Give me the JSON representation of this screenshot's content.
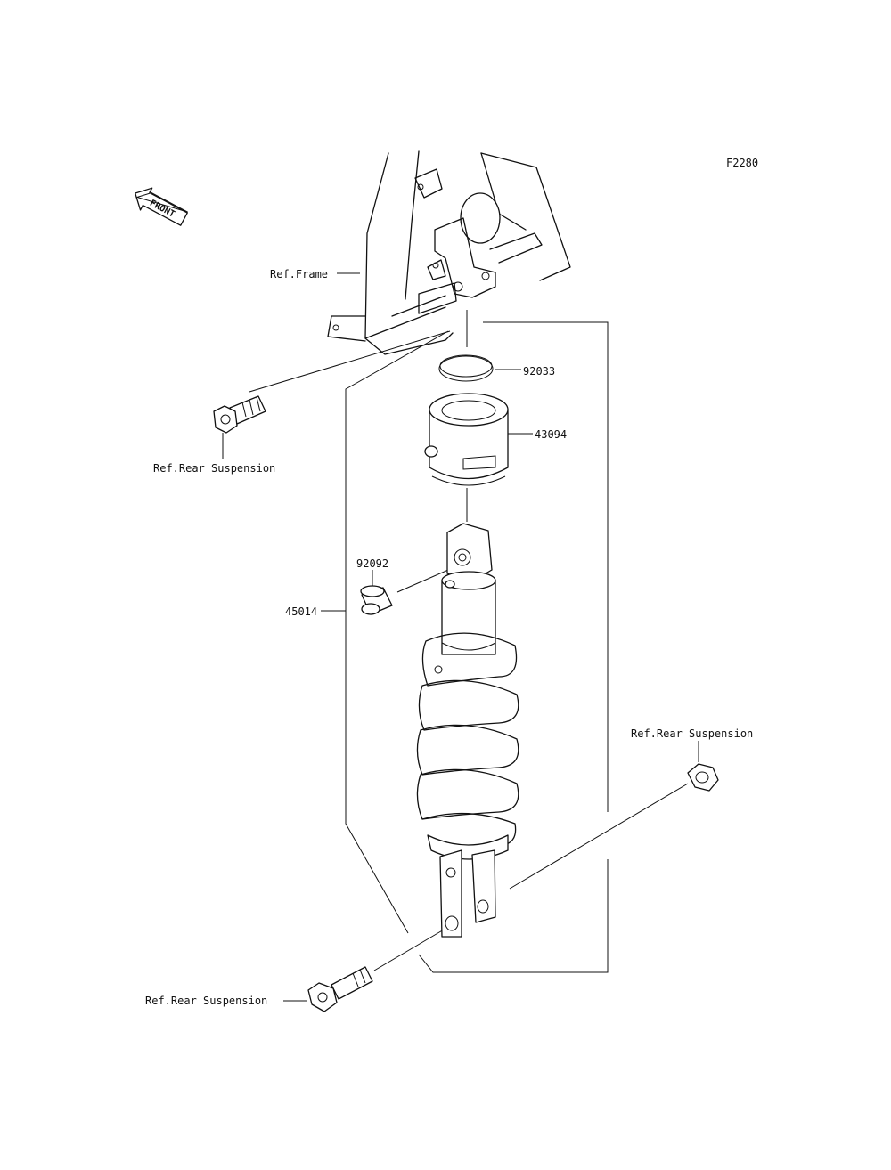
{
  "figure_code": "F2280",
  "front_arrow_label": "FRONT",
  "labels": {
    "ref_frame": "Ref.Frame",
    "ref_rear_suspension_upper_bolt": "Ref.Rear Suspension",
    "ref_rear_suspension_nut": "Ref.Rear Suspension",
    "ref_rear_suspension_lower_bolt": "Ref.Rear Suspension",
    "part_92033": "92033",
    "part_43094": "43094",
    "part_92092": "92092",
    "part_45014": "45014"
  },
  "colors": {
    "line": "#111111",
    "background": "#ffffff"
  }
}
